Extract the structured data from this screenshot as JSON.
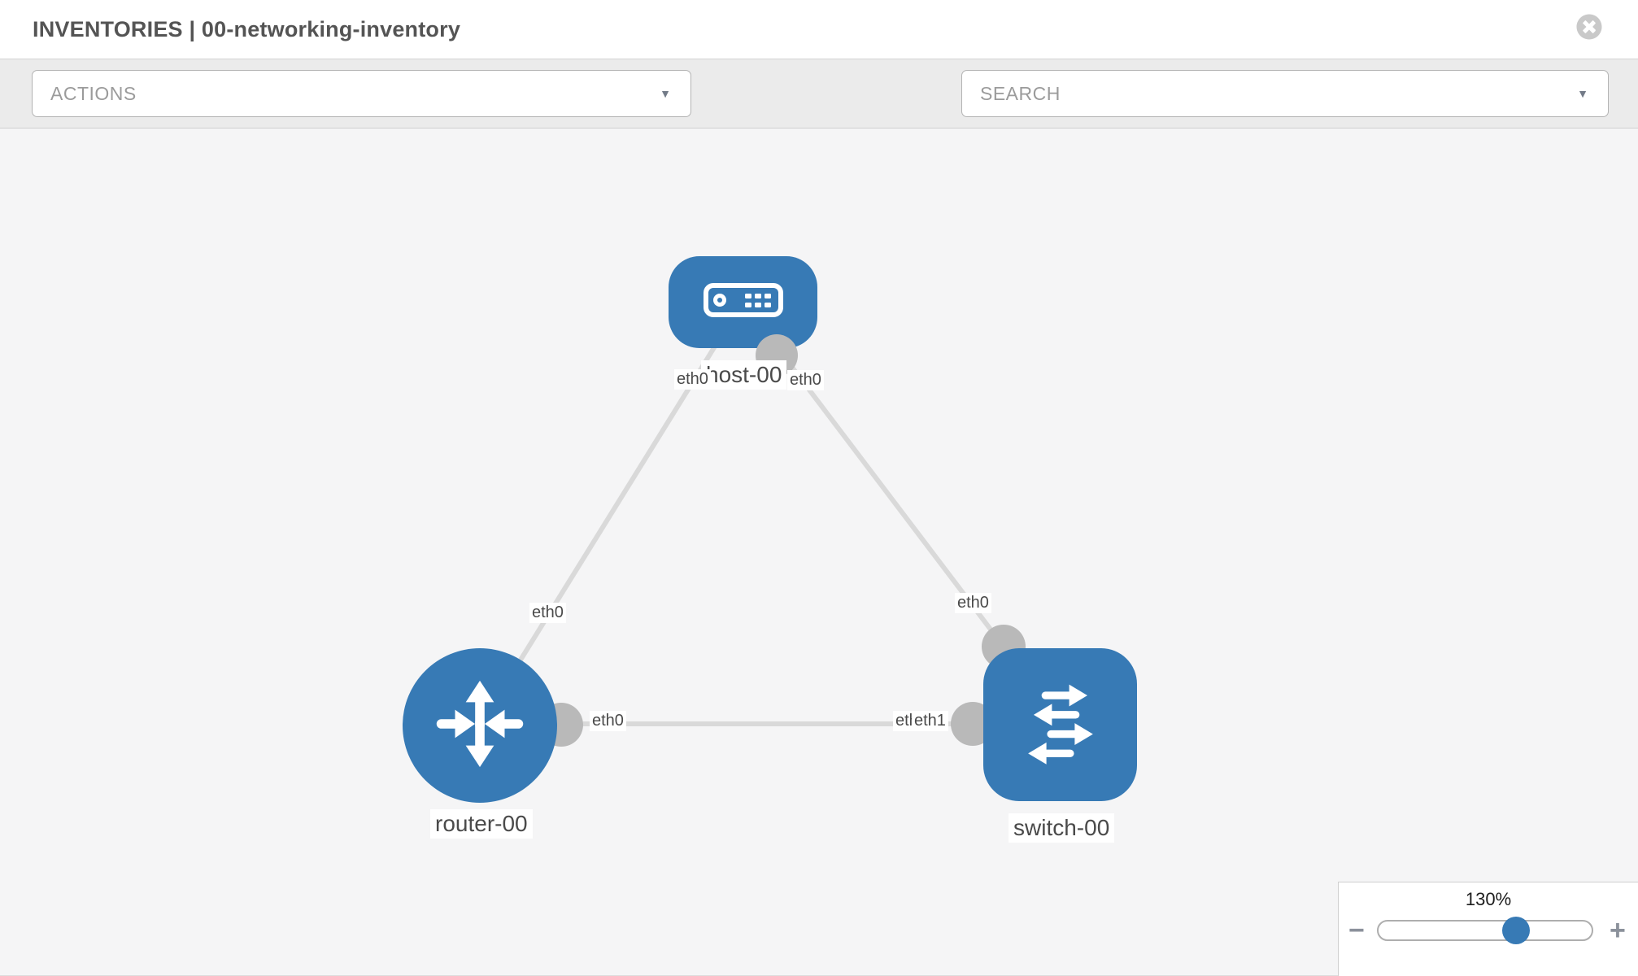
{
  "header": {
    "title": "INVENTORIES | 00-networking-inventory"
  },
  "toolbar": {
    "actions_label": "ACTIONS",
    "search_label": "SEARCH",
    "caret": "▼"
  },
  "topology": {
    "nodes": [
      {
        "id": "host-00",
        "label": "host-00",
        "type": "host"
      },
      {
        "id": "router-00",
        "label": "router-00",
        "type": "router"
      },
      {
        "id": "switch-00",
        "label": "switch-00",
        "type": "switch"
      }
    ],
    "links": [
      {
        "from": "host-00",
        "to": "router-00",
        "from_iface": "eth0",
        "to_iface": "eth0"
      },
      {
        "from": "host-00",
        "to": "switch-00",
        "from_iface": "eth0",
        "to_iface": "eth0"
      },
      {
        "from": "router-00",
        "to": "switch-00",
        "from_iface": "eth0",
        "to_iface": "eth1"
      }
    ],
    "iface_labels": {
      "host_left": "eth0",
      "host_right": "eth0",
      "router_link": "eth0",
      "switch_link": "eth0",
      "horiz_left": "eth0",
      "horiz_right_back": "eth0",
      "horiz_right_front": "eth1"
    }
  },
  "zoom_control": {
    "level": "130%",
    "minus_label": "−",
    "plus_label": "+"
  },
  "colors": {
    "node_blue": "#377ab5",
    "link_gray": "#d9d9d9",
    "connector_gray": "#b9b9b9",
    "toolbar_gray": "#ebebeb",
    "canvas_gray": "#f5f5f6"
  }
}
